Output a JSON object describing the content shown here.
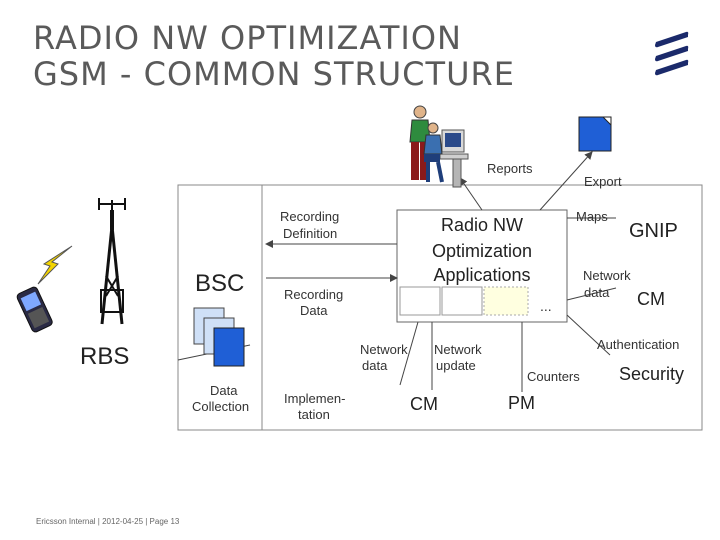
{
  "title": {
    "line1": "RADIO NW OPTIMIZATION",
    "line2": "GSM - COMMON STRUCTURE"
  },
  "labels": {
    "reports": "Reports",
    "export": "Export",
    "maps": "Maps",
    "gnip": "GNIP",
    "recording_definition_1": "Recording",
    "recording_definition_2": "Definition",
    "app_line1": "Radio NW",
    "app_line2": "Optimization",
    "app_line3": "Applications",
    "bsc": "BSC",
    "recording_data_1": "Recording",
    "recording_data_2": "Data",
    "network_data_right_1": "Network",
    "network_data_right_2": "data",
    "cm_right": "CM",
    "ellipsis": "...",
    "authentication": "Authentication",
    "rbs": "RBS",
    "network_data_mid_1": "Network",
    "network_data_mid_2": "data",
    "network_update_1": "Network",
    "network_update_2": "update",
    "counters": "Counters",
    "security": "Security",
    "data_collection_1": "Data",
    "data_collection_2": "Collection",
    "implementation_1": "Implemen-",
    "implementation_2": "tation",
    "cm_bottom": "CM",
    "pm_bottom": "PM"
  },
  "footer": "Ericsson Internal  |  2012-04-25  |  Page 13",
  "colors": {
    "accent_blue": "#1f5fd6",
    "title_gray": "#5a5a5a",
    "logo": "#1b2a6b",
    "lightning": "#f3d400"
  },
  "icons": [
    "ericsson-logo-icon",
    "workers-at-computer-icon",
    "export-document-icon",
    "antenna-mast-icon",
    "lightning-icon",
    "mobile-phone-icon",
    "data-collection-files-icon"
  ]
}
